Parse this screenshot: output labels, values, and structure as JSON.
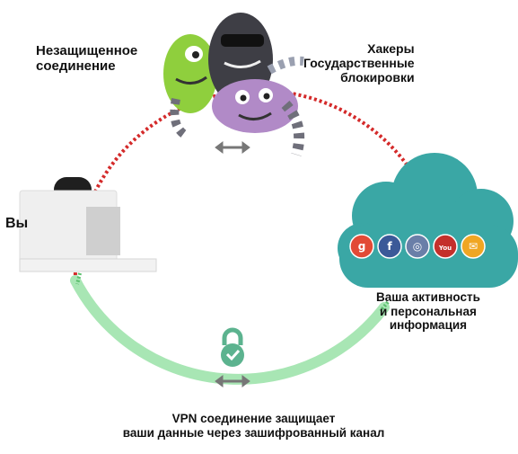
{
  "labels": {
    "unsecured": [
      "Незащищенное",
      "соединение"
    ],
    "threats": [
      "Хакеры",
      "Государственные",
      "блокировки"
    ],
    "you": "Вы",
    "activity": [
      "Ваша активность",
      "и персональная",
      "информация"
    ],
    "vpn": [
      "VPN соединение защищает",
      "ваши данные через зашифрованный канал"
    ]
  },
  "social_icons": [
    {
      "icon": "google-icon",
      "glyph": "g",
      "color": "#e24a36"
    },
    {
      "icon": "facebook-icon",
      "glyph": "f",
      "color": "#3b5998"
    },
    {
      "icon": "instagram-icon",
      "glyph": "◎",
      "color": "#6a7fa8"
    },
    {
      "icon": "youtube-icon",
      "glyph": "You",
      "color": "#c4302b"
    },
    {
      "icon": "mail-icon",
      "glyph": "✉",
      "color": "#f0a623"
    }
  ],
  "colors": {
    "unsecured_path": "#d42a2a",
    "secure_path": "#a8e6b4",
    "cloud": "#3aa7a5",
    "lock": "#5cb38f",
    "arrow": "#777777"
  }
}
